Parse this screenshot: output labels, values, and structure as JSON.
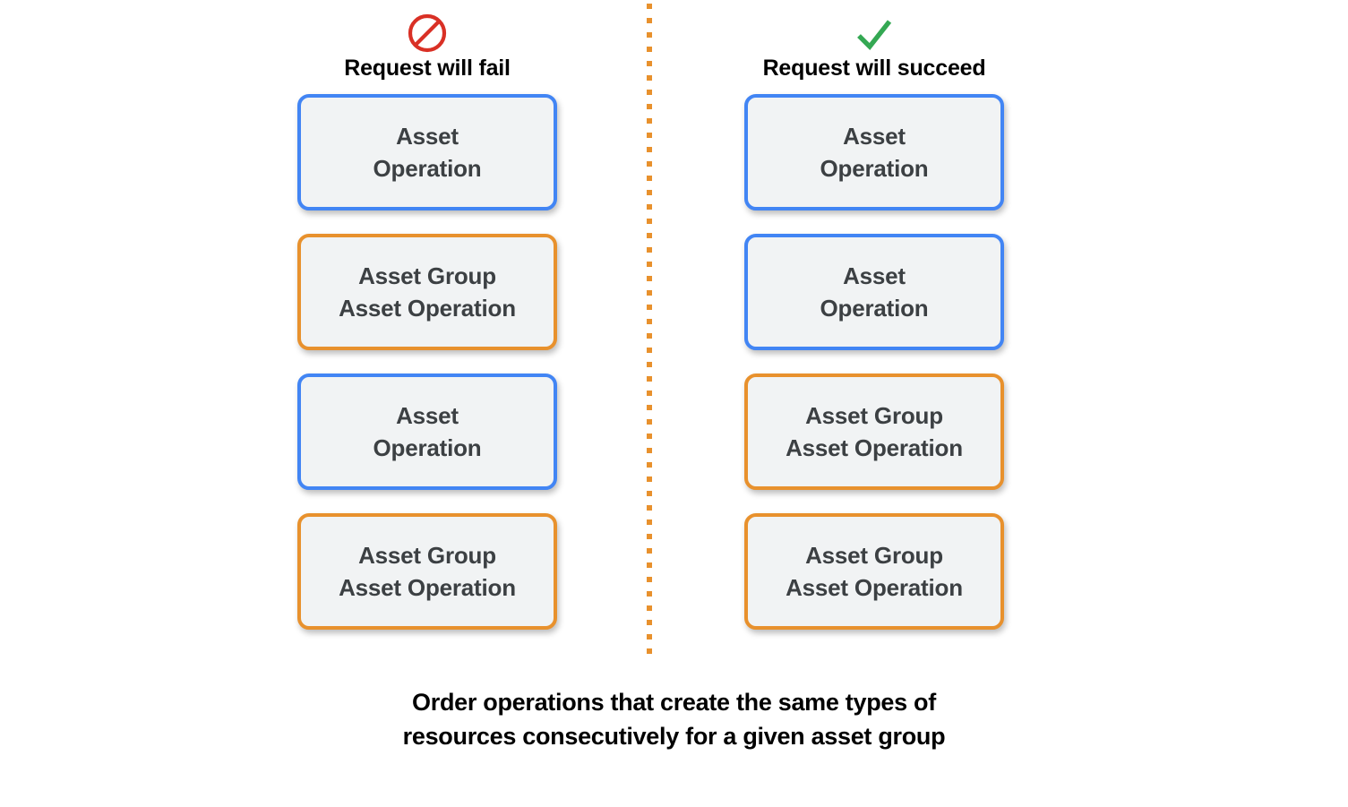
{
  "colors": {
    "blue": "#4285F4",
    "orange": "#E8912D",
    "card_fill": "#F1F3F4",
    "card_text": "#3C4043",
    "fail_icon": "#D93025",
    "success_icon": "#34A853",
    "background": "#FFFFFF",
    "divider": "#E8912D"
  },
  "columns": [
    {
      "id": "fail",
      "icon_name": "prohibition-icon",
      "title": "Request will fail",
      "cards": [
        {
          "type": "asset",
          "color": "blue",
          "label": "Asset\nOperation"
        },
        {
          "type": "asset-group",
          "color": "orange",
          "label": "Asset Group\nAsset Operation"
        },
        {
          "type": "asset",
          "color": "blue",
          "label": "Asset\nOperation"
        },
        {
          "type": "asset-group",
          "color": "orange",
          "label": "Asset Group\nAsset Operation"
        }
      ]
    },
    {
      "id": "succeed",
      "icon_name": "check-icon",
      "title": "Request will succeed",
      "cards": [
        {
          "type": "asset",
          "color": "blue",
          "label": "Asset\nOperation"
        },
        {
          "type": "asset",
          "color": "blue",
          "label": "Asset\nOperation"
        },
        {
          "type": "asset-group",
          "color": "orange",
          "label": "Asset Group\nAsset Operation"
        },
        {
          "type": "asset-group",
          "color": "orange",
          "label": "Asset Group\nAsset Operation"
        }
      ]
    }
  ],
  "caption": "Order operations that create the same types of\nresources consecutively for a given asset group"
}
